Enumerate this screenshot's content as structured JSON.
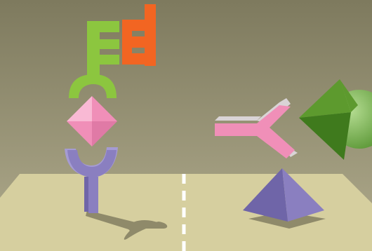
{
  "colors": {
    "wall_top": "#7e7a5e",
    "wall_bottom": "#b0ab8d",
    "floor": "#d6cf9f",
    "floor_edge": "#c9c291",
    "divider": "#ffffff",
    "green": "#8cc63f",
    "green_dark": "#6fa032",
    "orange": "#f26522",
    "pink": "#f08fb8",
    "pink_light": "#f9b9d4",
    "pink_dark": "#e07aa6",
    "purple": "#8a7fc0",
    "purple_light": "#a59bd3",
    "purple_dark": "#6f65a8",
    "shadow": "#8f8a6a",
    "leaf_green": "#5d9a2e",
    "leaf_dark": "#3f7a1d",
    "ball_green": "#7fb85a"
  },
  "icons": {
    "left_stack": [
      "e-key-shape",
      "orange-e-shape",
      "cup-connector",
      "pink-octahedron",
      "purple-y-stand"
    ],
    "right_stack": [
      "pink-y-shape",
      "green-cone",
      "green-sphere",
      "purple-pyramid"
    ]
  }
}
